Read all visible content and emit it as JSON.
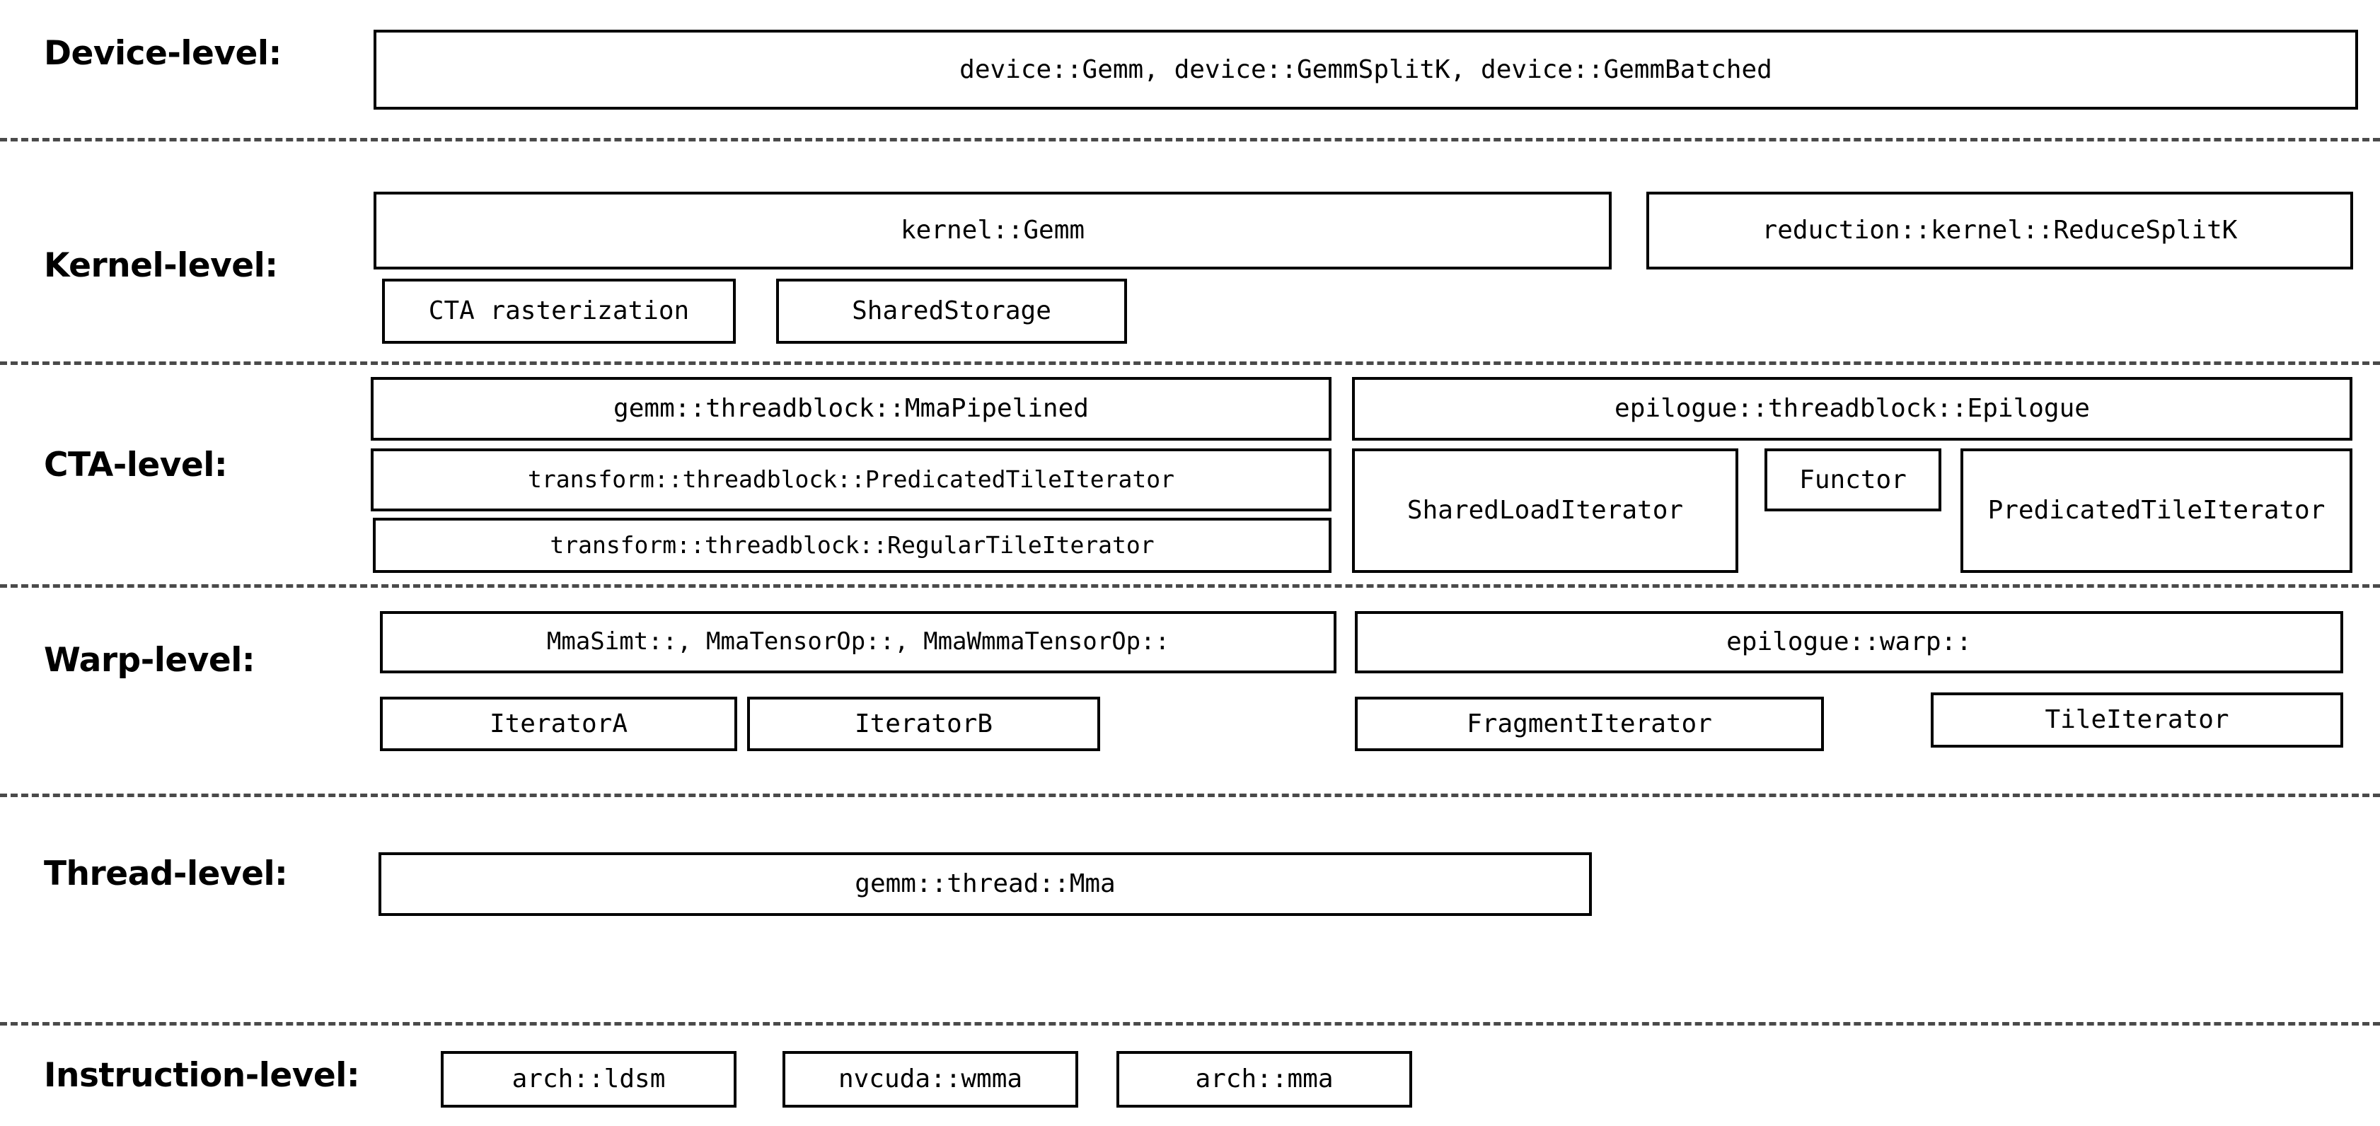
{
  "figure": {
    "kind": "layered-software-hierarchy-diagram",
    "background_color": "#ffffff",
    "box_border_color": "#000000",
    "separator_color": "#4a4a4a",
    "text_color": "#000000"
  },
  "levels": [
    {
      "id": "device",
      "label": "Device-level:",
      "boxes": [
        {
          "id": "device-gemm",
          "text": "device::Gemm, device::GemmSplitK, device::GemmBatched"
        }
      ]
    },
    {
      "id": "kernel",
      "label": "Kernel-level:",
      "boxes": [
        {
          "id": "kernel-gemm",
          "text": "kernel::Gemm"
        },
        {
          "id": "reduction-reduce-splitk",
          "text": "reduction::kernel::ReduceSplitK"
        },
        {
          "id": "cta-rasterization",
          "text": "CTA rasterization"
        },
        {
          "id": "shared-storage",
          "text": "SharedStorage"
        }
      ]
    },
    {
      "id": "cta",
      "label": "CTA-level:",
      "boxes": [
        {
          "id": "gemm-threadblock-mmapipelined",
          "text": "gemm::threadblock::MmaPipelined"
        },
        {
          "id": "epilogue-threadblock-epilogue",
          "text": "epilogue::threadblock::Epilogue"
        },
        {
          "id": "transform-threadblock-predicatedtileiterator",
          "text": "transform::threadblock::PredicatedTileIterator"
        },
        {
          "id": "shared-load-iterator",
          "text": "SharedLoadIterator"
        },
        {
          "id": "functor",
          "text": "Functor"
        },
        {
          "id": "predicated-tile-iterator",
          "text": "PredicatedTileIterator"
        },
        {
          "id": "transform-threadblock-regulartileiterator",
          "text": "transform::threadblock::RegularTileIterator"
        }
      ]
    },
    {
      "id": "warp",
      "label": "Warp-level:",
      "boxes": [
        {
          "id": "warp-mma-ops",
          "text": "MmaSimt::, MmaTensorOp::, MmaWmmaTensorOp::"
        },
        {
          "id": "epilogue-warp",
          "text": "epilogue::warp::"
        },
        {
          "id": "iterator-a",
          "text": "IteratorA"
        },
        {
          "id": "iterator-b",
          "text": "IteratorB"
        },
        {
          "id": "fragment-iterator",
          "text": "FragmentIterator"
        },
        {
          "id": "tile-iterator",
          "text": "TileIterator"
        }
      ]
    },
    {
      "id": "thread",
      "label": "Thread-level:",
      "boxes": [
        {
          "id": "gemm-thread-mma",
          "text": "gemm::thread::Mma"
        }
      ]
    },
    {
      "id": "instruction",
      "label": "Instruction-level:",
      "boxes": [
        {
          "id": "arch-ldsm",
          "text": "arch::ldsm"
        },
        {
          "id": "nvcuda-wmma",
          "text": "nvcuda::wmma"
        },
        {
          "id": "arch-mma",
          "text": "arch::mma"
        }
      ]
    }
  ]
}
